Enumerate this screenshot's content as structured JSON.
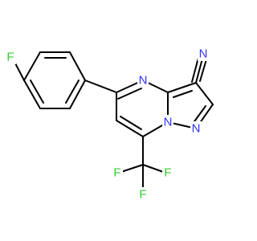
{
  "molecule": {
    "atoms": {
      "F_para": "F",
      "N_pyr4": "N",
      "N_pyr8": "N",
      "N_pz1": "N",
      "N_nitrile": "N",
      "F_cf3_a": "F",
      "F_cf3_b": "F",
      "F_cf3_c": "F"
    },
    "colors": {
      "bond": "#000000",
      "nitrogen": "#3333ff",
      "fluorine": "#33cc33",
      "background": "#ffffff"
    }
  }
}
